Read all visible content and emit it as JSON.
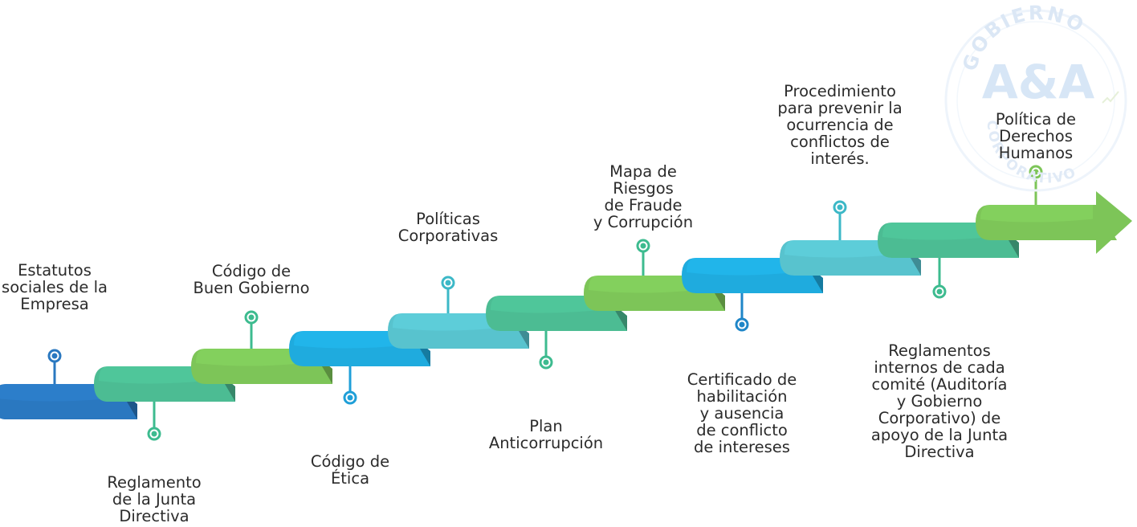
{
  "stamp": {
    "arc_top": "GOBIERNO",
    "center": "A&A",
    "arc_bottom": "CORPORATIVO"
  },
  "steps": [
    {
      "id": "estatutos",
      "label": "Estatutos\nsociales de la\nEmpresa",
      "color": "#2a78c0",
      "dot_color": "#2a78c0",
      "position": "above"
    },
    {
      "id": "reglamento-junta",
      "label": "Reglamento\nde la Junta\nDirectiva",
      "color": "#4cbc93",
      "dot_color": "#3dbb8f",
      "position": "below"
    },
    {
      "id": "codigo-buen-gobierno",
      "label": "Código de\nBuen Gobierno",
      "color": "#7dc558",
      "dot_color": "#3dbb8f",
      "position": "above"
    },
    {
      "id": "codigo-etica",
      "label": "Código de\nÉtica",
      "color": "#1fabde",
      "dot_color": "#1f9fd8",
      "position": "below"
    },
    {
      "id": "politicas-corporativas",
      "label": "Políticas\nCorporativas",
      "color": "#58c3ce",
      "dot_color": "#3cb8c7",
      "position": "above"
    },
    {
      "id": "plan-anticorrupcion",
      "label": "Plan\nAnticorrupción",
      "color": "#4cbc93",
      "dot_color": "#3dbb8f",
      "position": "below"
    },
    {
      "id": "mapa-riesgos",
      "label": "Mapa de\nRiesgos\nde Fraude\ny Corrupción",
      "color": "#7dc558",
      "dot_color": "#3dbb8f",
      "position": "above"
    },
    {
      "id": "certificado",
      "label": "Certificado de\nhabilitación\ny ausencia\nde conflicto\nde intereses",
      "color": "#1fabde",
      "dot_color": "#1f86c8",
      "position": "below"
    },
    {
      "id": "procedimiento",
      "label": "Procedimiento\npara prevenir la\nocurrencia de\nconflictos de\ninterés.",
      "color": "#58c3ce",
      "dot_color": "#3cb8c7",
      "position": "above"
    },
    {
      "id": "reglamentos-comites",
      "label": "Reglamentos\ninternos de cada\ncomité (Auditoría\ny Gobierno\nCorporativo) de\napoyo de la Junta\nDirectiva",
      "color": "#4cbc93",
      "dot_color": "#3dbb8f",
      "position": "below"
    },
    {
      "id": "politica-ddhh",
      "label": "Política de\nDerechos\nHumanos",
      "color": "#7dc558",
      "dot_color": "#7dc558",
      "position": "above"
    }
  ]
}
